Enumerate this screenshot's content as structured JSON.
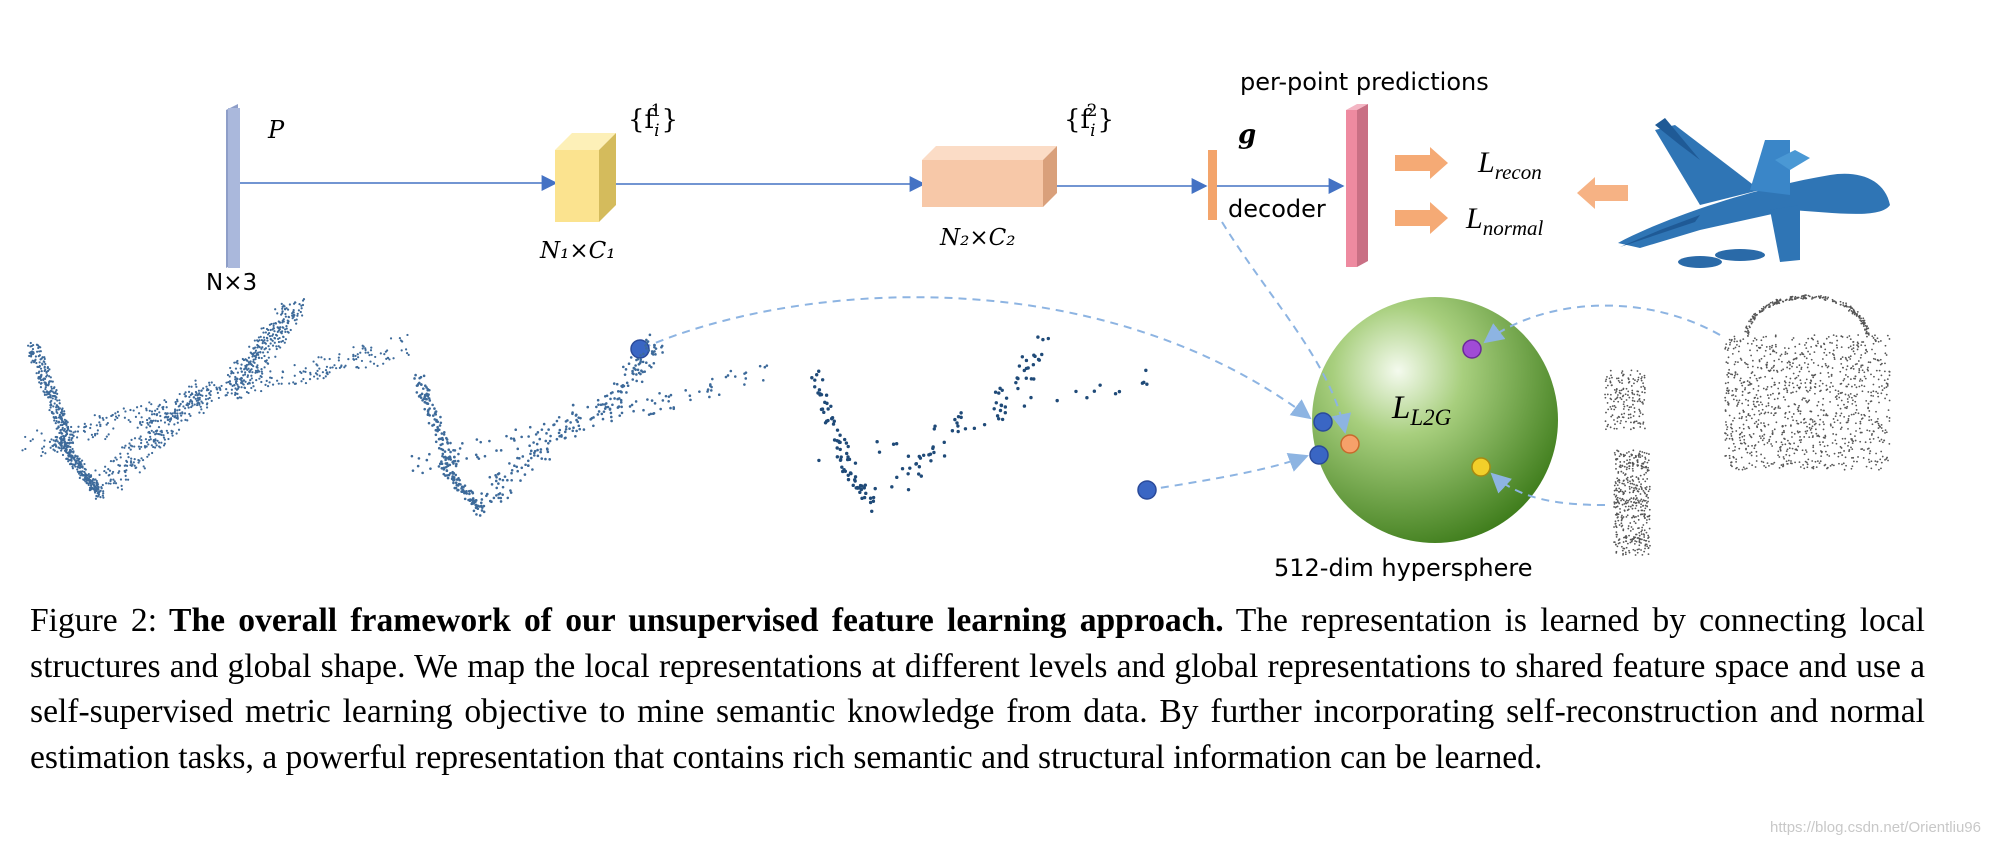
{
  "figure": {
    "labels": {
      "P": "P",
      "N3": "N×3",
      "N1C1": "N₁×C₁",
      "N2C2": "N₂×C₂",
      "f1": "{f",
      "f1_sup": "1",
      "f1_sub": "i",
      "f2": "{f",
      "f2_sup": "2",
      "f2_sub": "i",
      "g": "g",
      "decoder": "decoder",
      "per_point": "per-point predictions",
      "L_recon": "L",
      "L_recon_sub": "recon",
      "L_normal": "L",
      "L_normal_sub": "normal",
      "L_l2g": "L",
      "L_l2g_sub": "L2G",
      "hypersphere": "512-dim hypersphere"
    },
    "colors": {
      "input_bar": "#aab8dc",
      "block1": "#fbe38f",
      "block2": "#f7c8a8",
      "g_bar": "#f3a46b",
      "output_bar": "#ee8aa0",
      "arrow": "#4472c4",
      "dashed": "#8db4e2",
      "orange_arrow": "#f4a56e",
      "sphere": "#5a9a2c",
      "airplane": "#2f75b5",
      "dot_blue": "#3a66c4",
      "dot_purple": "#a04bd6",
      "dot_yellow": "#f2cf2a",
      "dot_orange": "#f6a16a"
    }
  },
  "caption": {
    "label": "Figure 2:",
    "title": "The overall framework of our unsupervised feature learning approach.",
    "body": "The representation is learned by connecting local structures and global shape. We map the local representations at different levels and global representations to shared feature space and use a self-supervised metric learning objective to mine semantic knowledge from data. By further incorporating self-reconstruction and normal estimation tasks, a powerful representation that contains rich semantic and structural information can be learned."
  },
  "watermark": "https://blog.csdn.net/Orientliu96"
}
